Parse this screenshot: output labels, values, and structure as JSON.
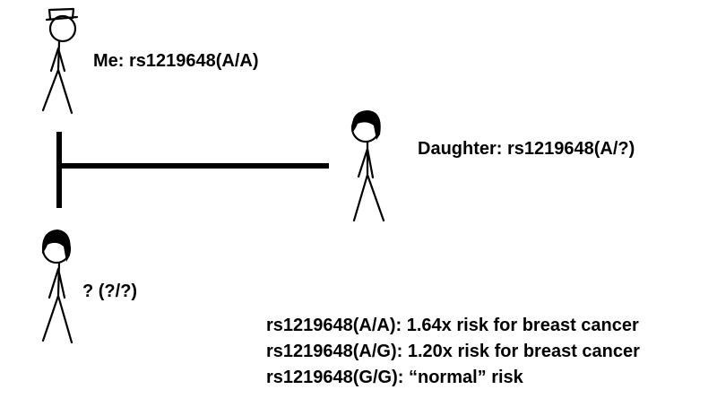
{
  "labels": {
    "me": "Me: rs1219648(A/A)",
    "daughter": "Daughter: rs1219648(A/?)",
    "unknown": "? (?/?)"
  },
  "legend": [
    "rs1219648(A/A): 1.64x risk for breast cancer",
    "rs1219648(A/G): 1.20x risk for breast cancer",
    "rs1219648(G/G): “normal” risk"
  ],
  "colors": {
    "ink": "#000000",
    "background": "#ffffff"
  }
}
